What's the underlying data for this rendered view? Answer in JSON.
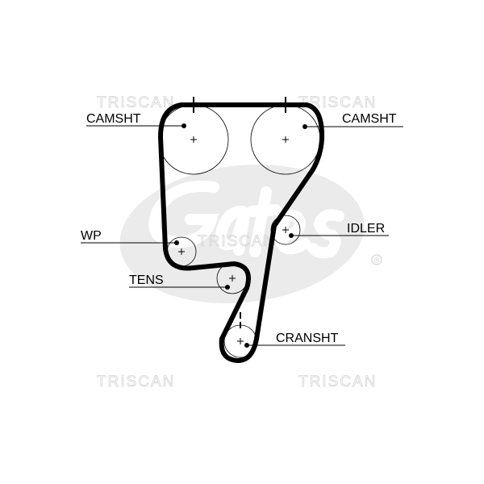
{
  "watermarks": {
    "brand": "TRISCAN",
    "logo": "Gates",
    "registered": "®"
  },
  "labels": {
    "camshaft_left": "CAMSHT",
    "camshaft_right": "CAMSHT",
    "water_pump": "WP",
    "idler": "IDLER",
    "tensioner": "TENS",
    "crankshaft": "CRANSHT"
  },
  "colors": {
    "belt": "#000000",
    "watermark": "#d4d4d4",
    "logo": "#ebebeb"
  }
}
